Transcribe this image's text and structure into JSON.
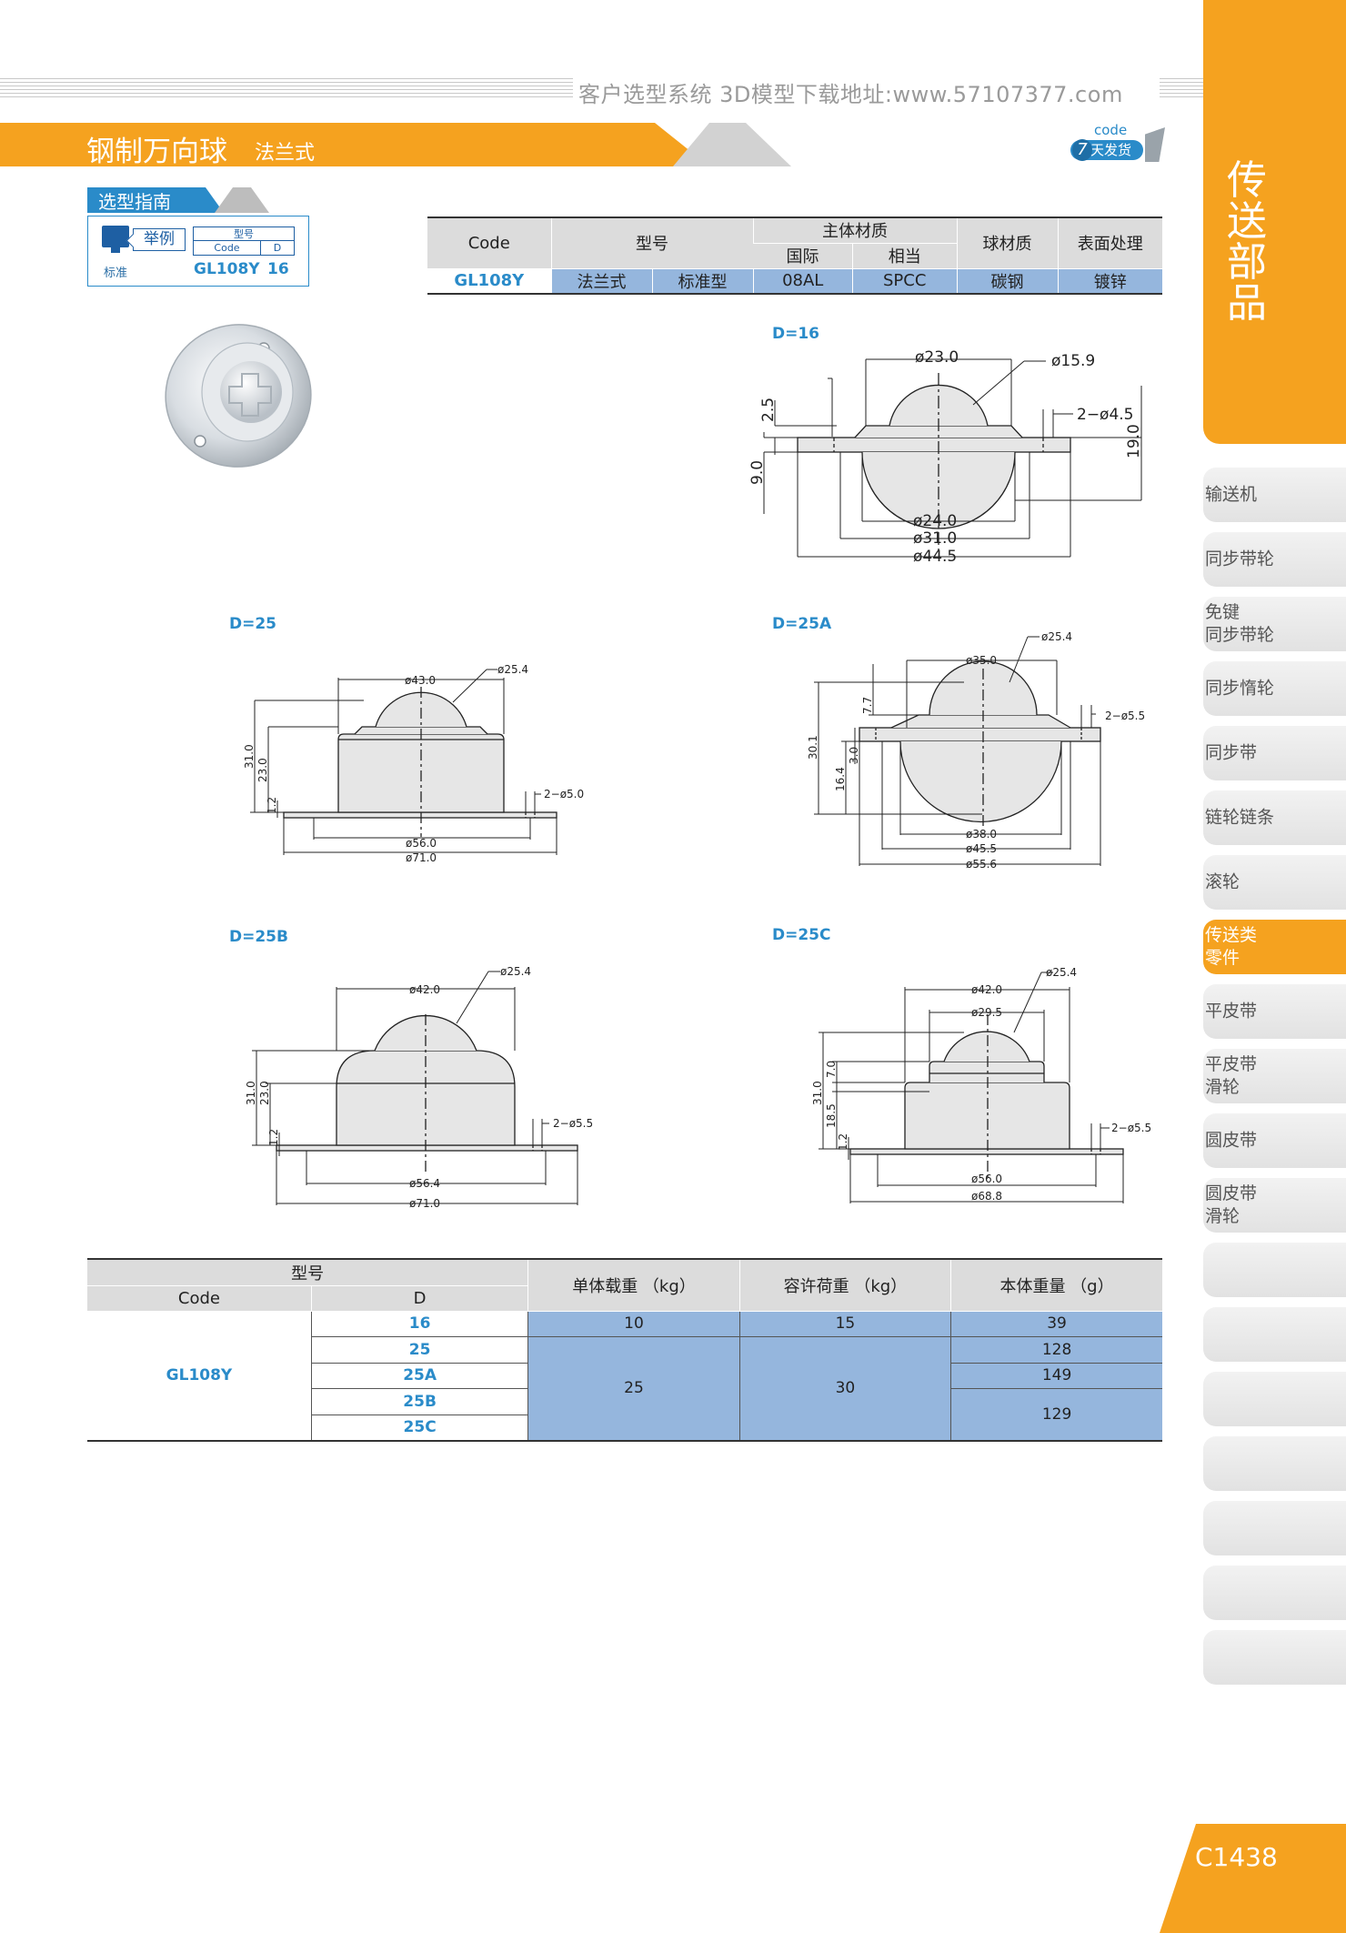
{
  "header": {
    "site_text": "客户选型系统  3D模型下载地址:www.57107377.com",
    "title": "钢制万向球",
    "subtitle": "法兰式",
    "badge_code": "code",
    "badge_num": "7",
    "badge_text": "天发货"
  },
  "guide": {
    "title": "选型指南",
    "example_label": "举例",
    "mini_head": "型号",
    "mini_col1": "Code",
    "mini_col2": "D",
    "std_label": "标准",
    "std_code": "GL108Y",
    "std_d": "16"
  },
  "material_table": {
    "headers": {
      "code": "Code",
      "model": "型号",
      "body_material": "主体材质",
      "intl": "国际",
      "equiv": "相当",
      "ball_material": "球材质",
      "surface": "表面处理"
    },
    "row": {
      "code": "GL108Y",
      "type1": "法兰式",
      "type2": "标准型",
      "intl": "08AL",
      "equiv": "SPCC",
      "ball": "碳钢",
      "surface": "镀锌"
    }
  },
  "drawings": {
    "d16": {
      "label": "D=16",
      "dims": [
        "ø23.0",
        "ø15.9",
        "2.5",
        "2−ø4.5",
        "19.0",
        "9.0",
        "ø24.0",
        "ø31.0",
        "ø44.5"
      ]
    },
    "d25": {
      "label": "D=25",
      "dims": [
        "ø43.0",
        "ø25.4",
        "31.0",
        "23.0",
        "1.2",
        "2−ø5.0",
        "ø56.0",
        "ø71.0"
      ]
    },
    "d25a": {
      "label": "D=25A",
      "dims": [
        "ø35.0",
        "ø25.4",
        "7.7",
        "2−ø5.5",
        "30.1",
        "16.4",
        "3.0",
        "ø38.0",
        "ø45.5",
        "ø55.6"
      ]
    },
    "d25b": {
      "label": "D=25B",
      "dims": [
        "ø42.0",
        "ø25.4",
        "31.0",
        "23.0",
        "1.2",
        "2−ø5.5",
        "ø56.4",
        "ø71.0"
      ]
    },
    "d25c": {
      "label": "D=25C",
      "dims": [
        "ø42.0",
        "ø25.4",
        "ø29.5",
        "7.0",
        "31.0",
        "18.5",
        "1.2",
        "2−ø5.5",
        "ø56.0",
        "ø68.8"
      ]
    }
  },
  "load_table": {
    "headers": {
      "model": "型号",
      "code": "Code",
      "d": "D",
      "unit_load": "单体载重 （kg）",
      "allow_load": "容许荷重 （kg）",
      "weight": "本体重量 （g）"
    },
    "code": "GL108Y",
    "d_values": [
      "16",
      "25",
      "25A",
      "25B",
      "25C"
    ],
    "unit_load": [
      "10",
      "25"
    ],
    "allow_load": [
      "15",
      "30"
    ],
    "weights": [
      "39",
      "128",
      "149",
      "129"
    ]
  },
  "sidebar": {
    "section_title": "传送部品",
    "items": [
      {
        "label": "输送机",
        "active": false
      },
      {
        "label": "同步带轮",
        "active": false
      },
      {
        "label": "免键\n同步带轮",
        "active": false
      },
      {
        "label": "同步惰轮",
        "active": false
      },
      {
        "label": "同步带",
        "active": false
      },
      {
        "label": "链轮链条",
        "active": false
      },
      {
        "label": "滚轮",
        "active": false
      },
      {
        "label": "传送类\n零件",
        "active": true
      },
      {
        "label": "平皮带",
        "active": false
      },
      {
        "label": "平皮带\n滑轮",
        "active": false
      },
      {
        "label": "圆皮带",
        "active": false
      },
      {
        "label": "圆皮带\n滑轮",
        "active": false
      },
      {
        "label": "",
        "active": false
      },
      {
        "label": "",
        "active": false
      },
      {
        "label": "",
        "active": false
      },
      {
        "label": "",
        "active": false
      },
      {
        "label": "",
        "active": false
      },
      {
        "label": "",
        "active": false
      },
      {
        "label": "",
        "active": false
      }
    ],
    "page_number": "C1438"
  },
  "colors": {
    "accent_orange": "#f5a21f",
    "accent_blue": "#2a8bc9",
    "cell_blue": "#95b6dd"
  }
}
